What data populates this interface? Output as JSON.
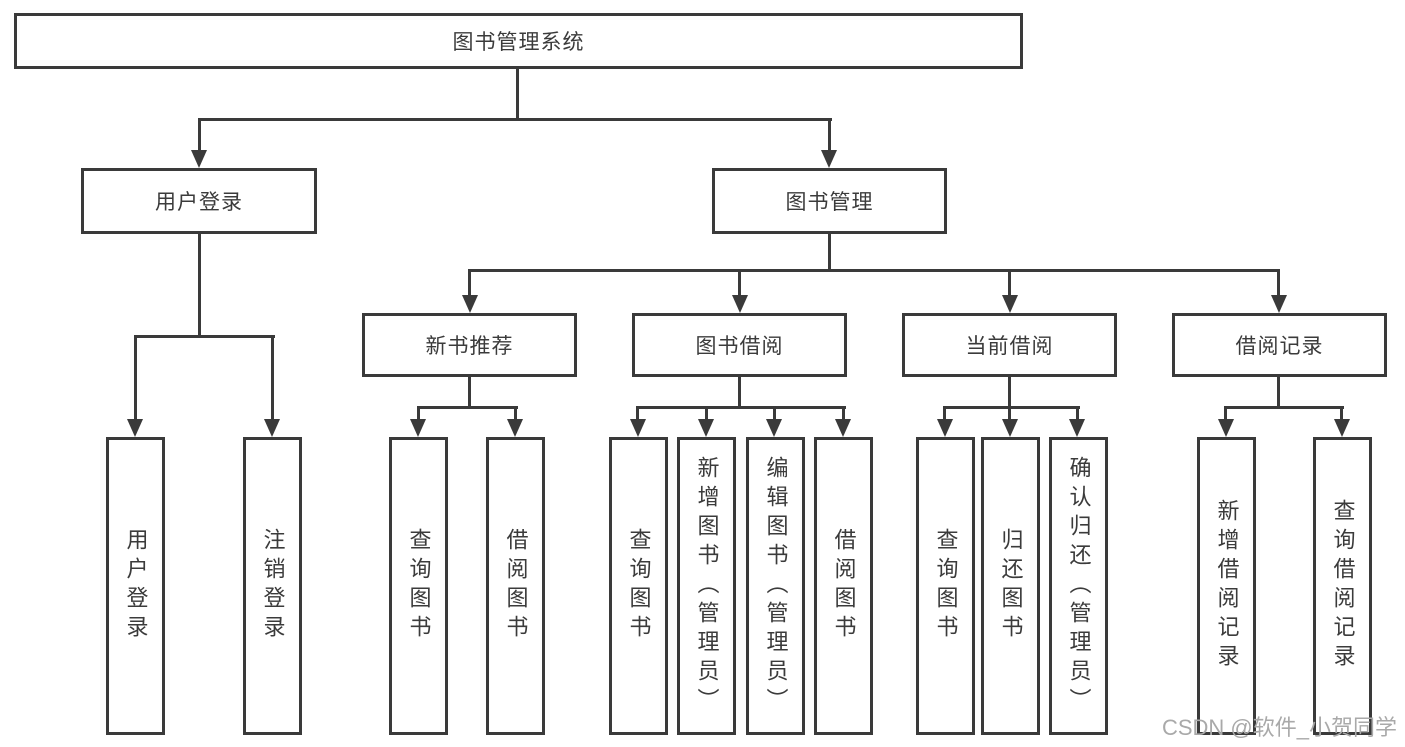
{
  "colors": {
    "line": "#3a3a3a",
    "text": "#3b3b3b",
    "background": "#ffffff",
    "watermark": "#a9a9a9"
  },
  "tree": {
    "root": {
      "label": "图书管理系统"
    },
    "branches": [
      {
        "label": "用户登录",
        "children": [
          {
            "label": "用户登录"
          },
          {
            "label": "注销登录"
          }
        ]
      },
      {
        "label": "图书管理",
        "children": [
          {
            "label": "新书推荐",
            "children": [
              {
                "label": "查询图书"
              },
              {
                "label": "借阅图书"
              }
            ]
          },
          {
            "label": "图书借阅",
            "children": [
              {
                "label": "查询图书"
              },
              {
                "label": "新增图书（管理员）"
              },
              {
                "label": "编辑图书（管理员）"
              },
              {
                "label": "借阅图书"
              }
            ]
          },
          {
            "label": "当前借阅",
            "children": [
              {
                "label": "查询图书"
              },
              {
                "label": "归还图书"
              },
              {
                "label": "确认归还（管理员）"
              }
            ]
          },
          {
            "label": "借阅记录",
            "children": [
              {
                "label": "新增借阅记录"
              },
              {
                "label": "查询借阅记录"
              }
            ]
          }
        ]
      }
    ]
  },
  "watermark": {
    "text": "CSDN @软件_小贺同学"
  }
}
